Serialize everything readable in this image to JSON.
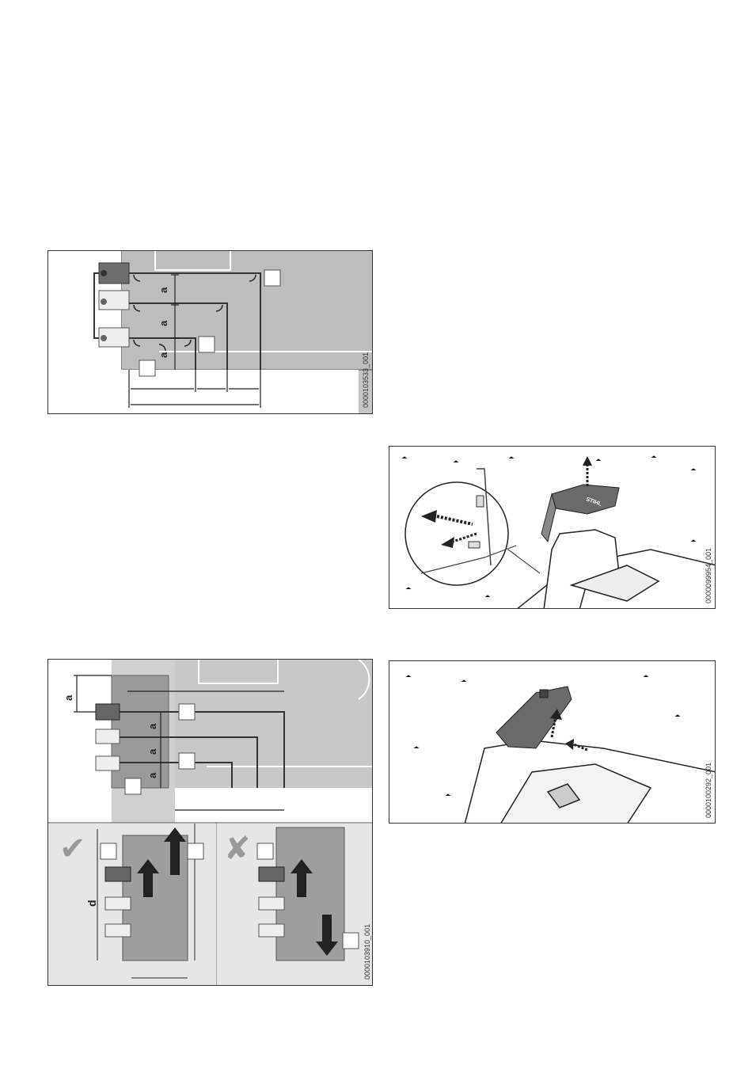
{
  "figures": [
    {
      "id": "fig-1",
      "code": "0000103533_001",
      "dimension_label": "a",
      "callouts": [
        "",
        "",
        ""
      ]
    },
    {
      "id": "fig-2",
      "code": "0000099954_001",
      "brand_text": "STIHL"
    },
    {
      "id": "fig-3",
      "code": "0000103910_001",
      "dimension_label_a": "a",
      "dimension_label_d": "d",
      "callouts": [
        "",
        "",
        "",
        "",
        "",
        ""
      ]
    },
    {
      "id": "fig-4",
      "code": "0000100292_001"
    }
  ]
}
